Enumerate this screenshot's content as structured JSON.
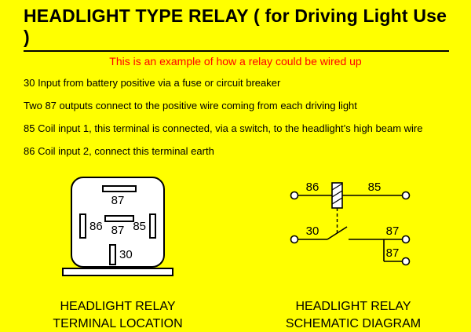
{
  "title": "HEADLIGHT TYPE RELAY ( for Driving Light Use )",
  "subtitle": "This is an example of how a relay could be wired up",
  "notes": [
    "30 Input from battery positive via a fuse or circuit breaker",
    "Two 87 outputs connect to the positive wire coming from each driving light",
    "85 Coil input 1, this terminal is connected, via a switch, to the headlight’s high beam wire",
    "86 Coil input 2, connect this terminal earth"
  ],
  "terminal_diagram": {
    "top_label": "87",
    "left_label": "86",
    "center_label": "87",
    "right_label": "85",
    "bottom_label": "30",
    "caption_line1": "HEADLIGHT RELAY",
    "caption_line2": "TERMINAL LOCATION"
  },
  "schematic": {
    "coil_left_label": "86",
    "coil_right_label": "85",
    "input_label": "30",
    "output1_label": "87",
    "output2_label": "87",
    "caption_line1": "HEADLIGHT RELAY",
    "caption_line2": "SCHEMATIC DIAGRAM"
  },
  "colors": {
    "background": "#FFFF00",
    "text": "#000000",
    "highlight": "#FF0000"
  }
}
